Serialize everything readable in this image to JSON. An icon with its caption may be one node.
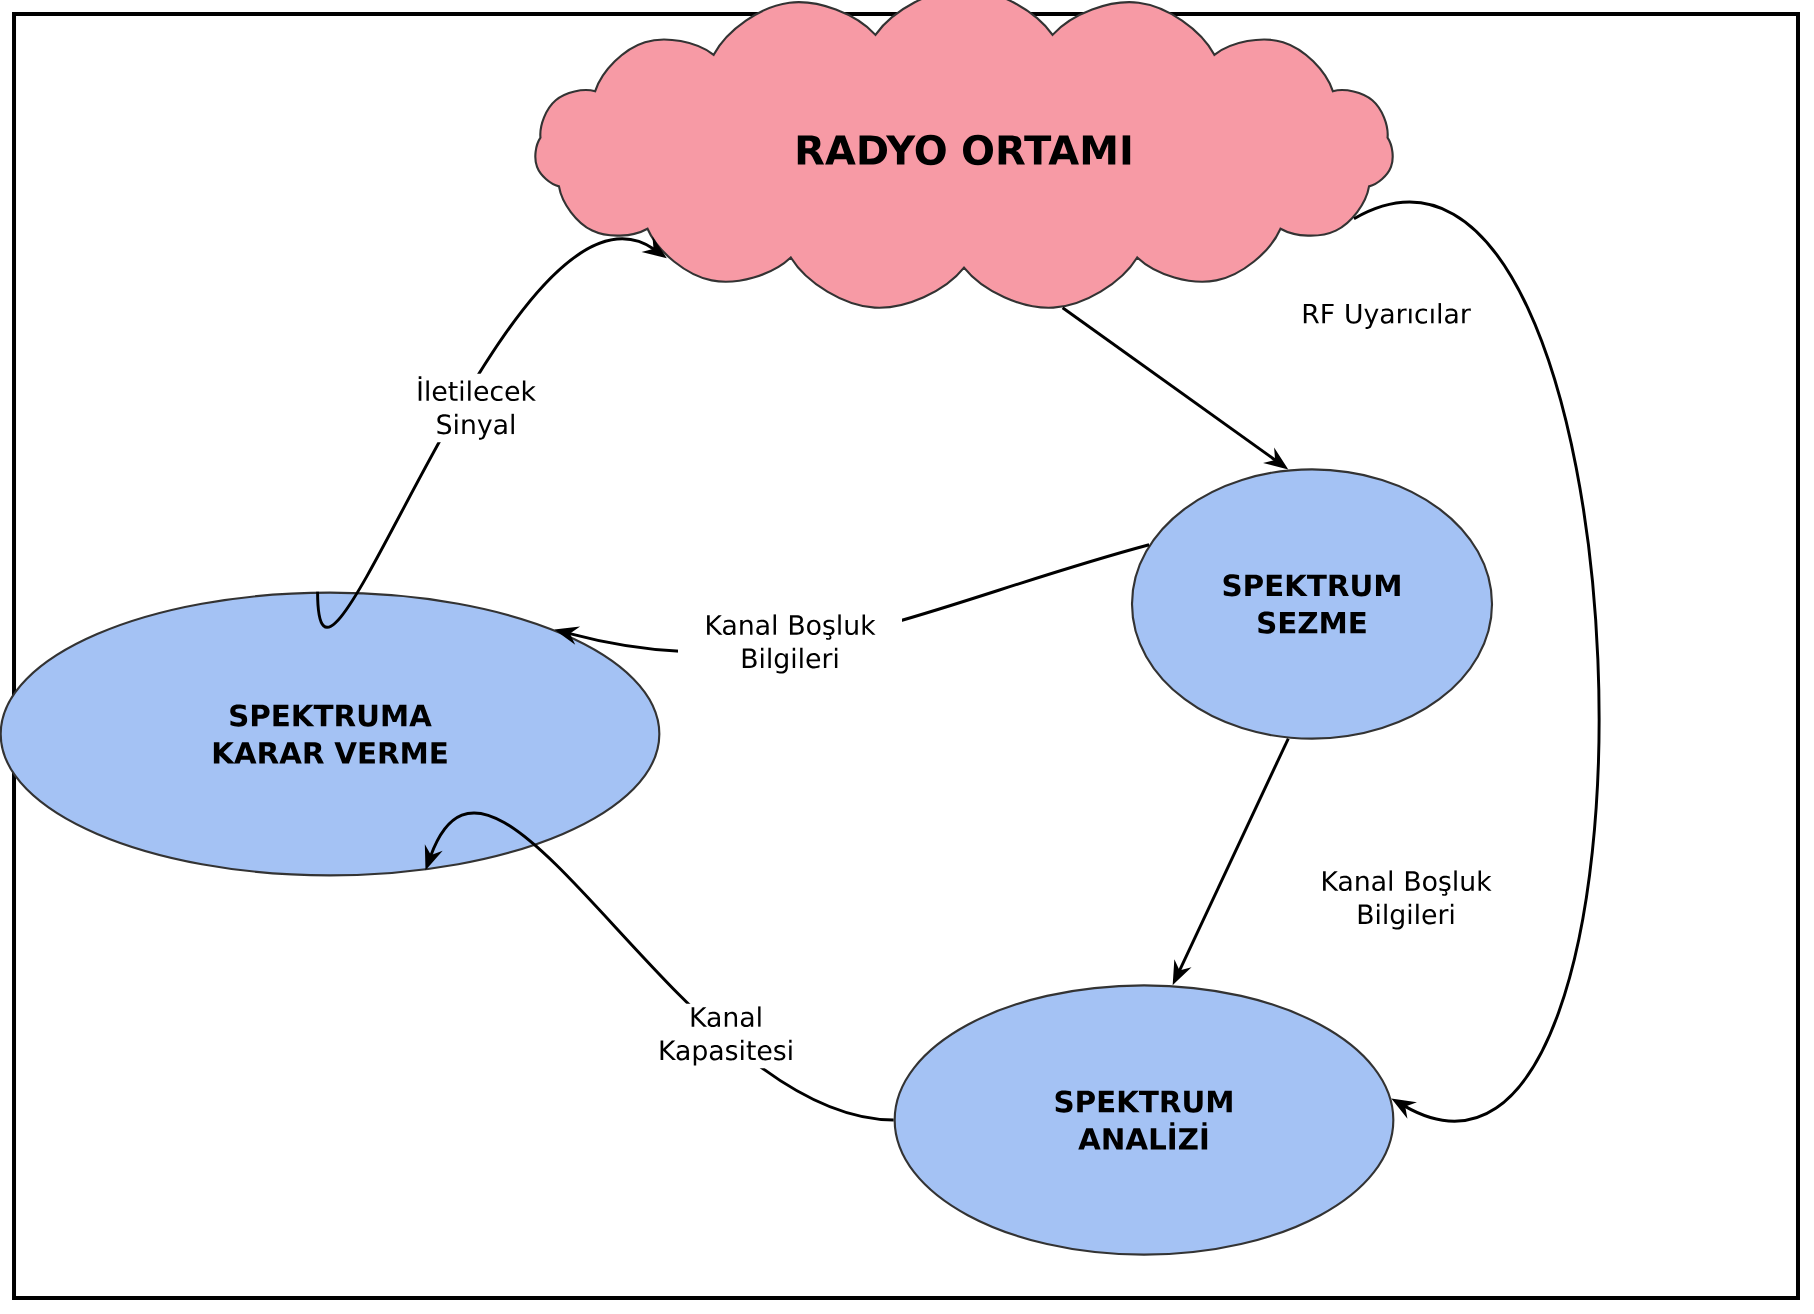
{
  "diagram": {
    "nodes": [
      {
        "text": [
          "RADYO ORTAMI"
        ]
      },
      {
        "text": [
          "SPEKTRUM SEZME"
        ]
      },
      {
        "text": [
          "SPEKTRUMA KARAR VERME"
        ]
      },
      {
        "text": [
          "SPEKTRUM ANALİZİ"
        ]
      }
    ],
    "edges": [
      {
        "from": 0,
        "to": 1,
        "arrow": "to",
        "label": "RF Uyarıcılar"
      },
      {
        "from": 0,
        "to": 3,
        "arrow": "to"
      },
      {
        "from": 1,
        "to": 2,
        "arrow": "to",
        "label": "Kanal Boşluk Bilgileri"
      },
      {
        "from": 1,
        "to": 3,
        "arrow": "to",
        "label": "Kanal Boşluk Bilgileri"
      },
      {
        "from": 3,
        "to": 2,
        "arrow": "to",
        "label": "Kanal Kapasitesi"
      },
      {
        "from": 2,
        "to": 0,
        "arrow": "to",
        "label": "İletilecek Sinyal"
      }
    ]
  }
}
